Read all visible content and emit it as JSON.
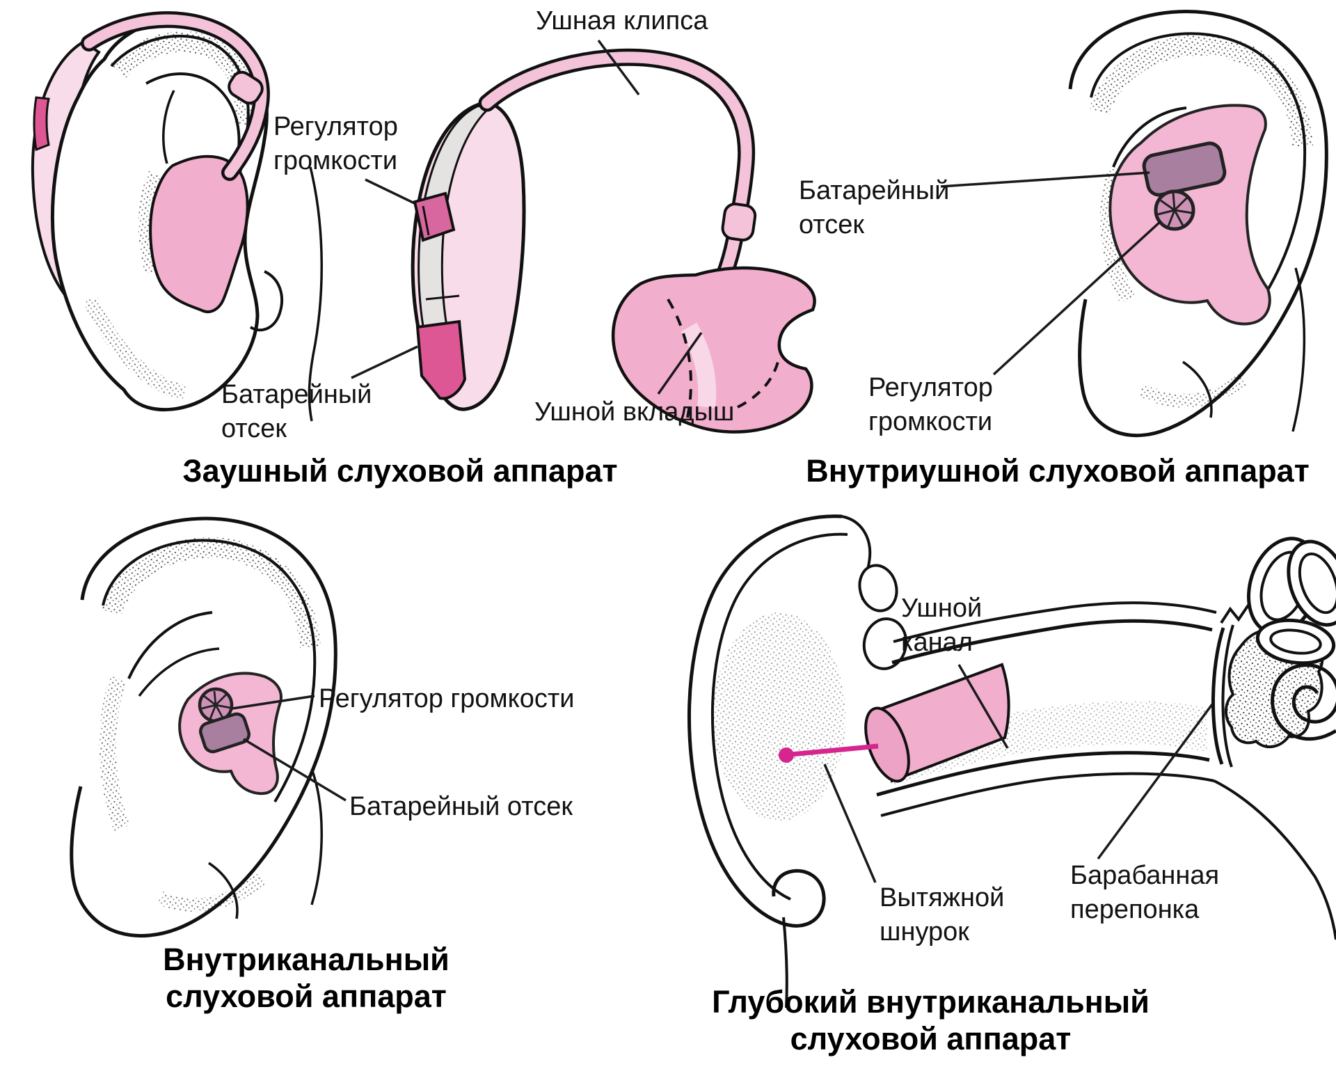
{
  "panels": {
    "bte": {
      "caption": "Заушный слуховой аппарат",
      "labels": {
        "ear_clip": "Ушная клипса",
        "volume_control": "Регулятор громкости",
        "battery_compartment": "Батарейный отсек",
        "ear_mold": "Ушной вкладыш"
      }
    },
    "ite": {
      "caption": "Внутриушной слуховой аппарат",
      "labels": {
        "battery_compartment": "Батарейный отсек",
        "volume_control": "Регулятор громкости"
      }
    },
    "itc": {
      "caption": "Внутриканальный слуховой аппарат",
      "labels": {
        "volume_control": "Регулятор громкости",
        "battery_compartment": "Батарейный отсек"
      }
    },
    "cic": {
      "caption": "Глубокий внутриканальный слуховой аппарат",
      "labels": {
        "ear_canal": "Ушной канал",
        "pull_cord": "Вытяжной шнурок",
        "eardrum": "Барабанная перепонка"
      }
    }
  },
  "colors": {
    "body_light_pink": "#f8dcea",
    "earmold_pink": "#f2aecd",
    "shell_pink": "#f3b7d4",
    "tube_pink": "#f4c3da",
    "battery_magenta": "#dd5795",
    "cord_magenta": "#d6258f",
    "battery_door_mauve": "#a87f9e",
    "wheel_pink": "#cf92b7",
    "device_gray": "#e4e3e1",
    "outline": "#111111"
  }
}
